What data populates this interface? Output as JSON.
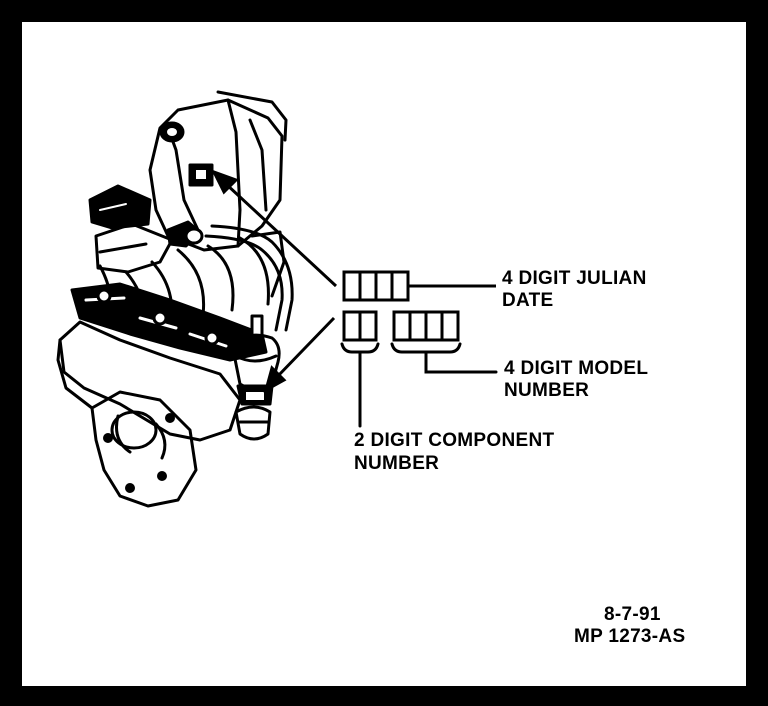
{
  "labels": {
    "julian_line1": "4 DIGIT JULIAN",
    "julian_line2": "DATE",
    "model_line1": "4 DIGIT MODEL",
    "model_line2": "NUMBER",
    "component_line1": "2 DIGIT COMPONENT",
    "component_line2": "NUMBER"
  },
  "figure_ref": {
    "date": "8-7-91",
    "code": "MP 1273-AS"
  },
  "colors": {
    "ink": "#000000",
    "paper": "#ffffff"
  }
}
